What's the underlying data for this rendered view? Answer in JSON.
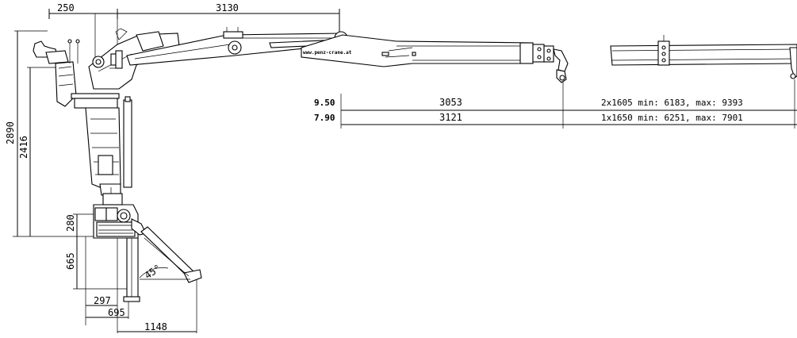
{
  "drawing": {
    "top_dims": {
      "left": "250",
      "main": "3130"
    },
    "height_dims": {
      "total": "2890",
      "inner": "2416"
    },
    "bottom_dims": {
      "base_height": "280",
      "leg_height": "665",
      "d297": "297",
      "d695": "695",
      "d1148": "1148",
      "angle": "45°"
    },
    "reach_rows": [
      {
        "label": "9.50",
        "first": "3053",
        "second": "2x1605  min: 6183, max: 9393"
      },
      {
        "label": "7.90",
        "first": "3121",
        "second": "1x1650  min: 6251, max: 7901"
      }
    ],
    "boom_text": "www.penz-crane.at"
  }
}
